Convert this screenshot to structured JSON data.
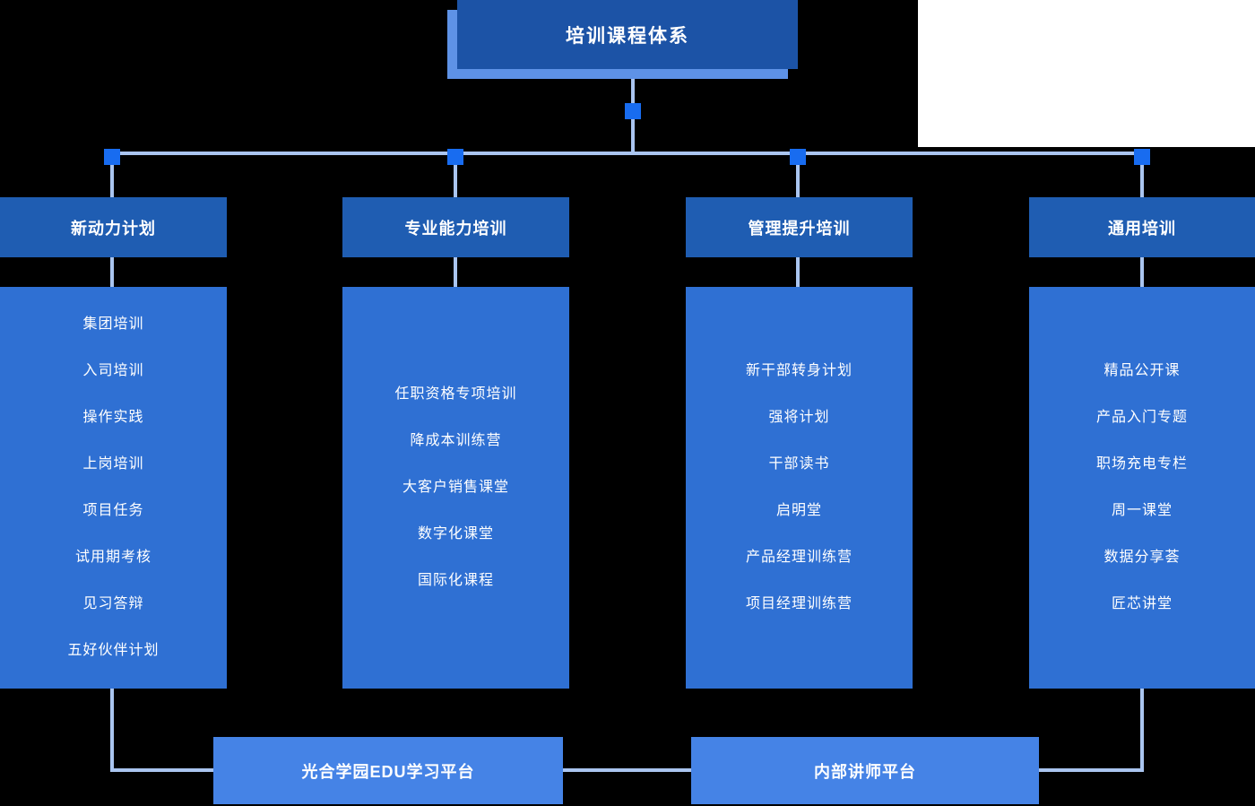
{
  "title": {
    "label": "培训课程体系"
  },
  "columns": [
    {
      "header": "新动力计划",
      "items": [
        "集团培训",
        "入司培训",
        "操作实践",
        "上岗培训",
        "项目任务",
        "试用期考核",
        "见习答辩",
        "五好伙伴计划"
      ]
    },
    {
      "header": "专业能力培训",
      "items": [
        "任职资格专项培训",
        "降成本训练营",
        "大客户销售课堂",
        "数字化课堂",
        "国际化课程"
      ]
    },
    {
      "header": "管理提升培训",
      "items": [
        "新干部转身计划",
        "强将计划",
        "干部读书",
        "启明堂",
        "产品经理训练营",
        "项目经理训练营"
      ]
    },
    {
      "header": "通用培训",
      "items": [
        "精品公开课",
        "产品入门专题",
        "职场充电专栏",
        "周一课堂",
        "数据分享荟",
        "匠芯讲堂"
      ]
    }
  ],
  "platforms": [
    {
      "label": "光合学园EDU学习平台"
    },
    {
      "label": "内部讲师平台"
    }
  ],
  "colors": {
    "bg": "#000000",
    "white_patch": "#ffffff",
    "title_bg": "#1c53a6",
    "title_shadow": "#5e92e6",
    "header_bg": "#1f5db2",
    "body_bg": "#2f70d3",
    "platform_bg": "#4583e6",
    "line": "#aac5f0",
    "node": "#186cf0",
    "text": "#ffffff"
  }
}
